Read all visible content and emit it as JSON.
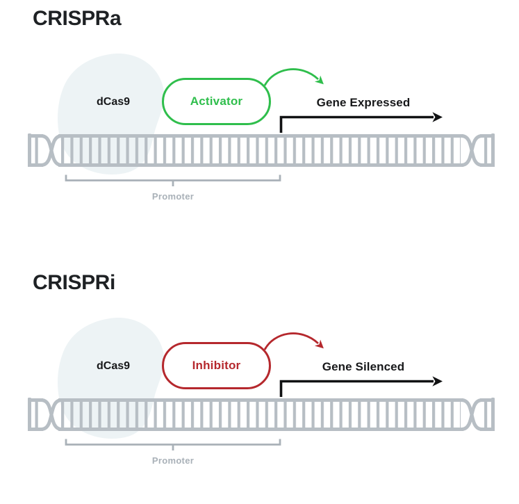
{
  "colors": {
    "heading_text": "#1e2124",
    "body_text": "#17181a",
    "activator_green": "#2fbe4c",
    "inhibitor_red": "#b5282d",
    "arrow_black": "#111213",
    "dna_gray": "#b7bec4",
    "annotation_gray": "#a9b1b8",
    "protein_blob": "#edf3f5",
    "background": "#ffffff"
  },
  "panels": [
    {
      "id": "crispra",
      "title": "CRISPRa",
      "protein_label": "dCas9",
      "effector_label": "Activator",
      "outcome_label": "Gene Expressed",
      "region_label": "Promoter",
      "accent": "#2fbe4c"
    },
    {
      "id": "crispri",
      "title": "CRISPRi",
      "protein_label": "dCas9",
      "effector_label": "Inhibitor",
      "outcome_label": "Gene Silenced",
      "region_label": "Promoter",
      "accent": "#b5282d"
    }
  ]
}
